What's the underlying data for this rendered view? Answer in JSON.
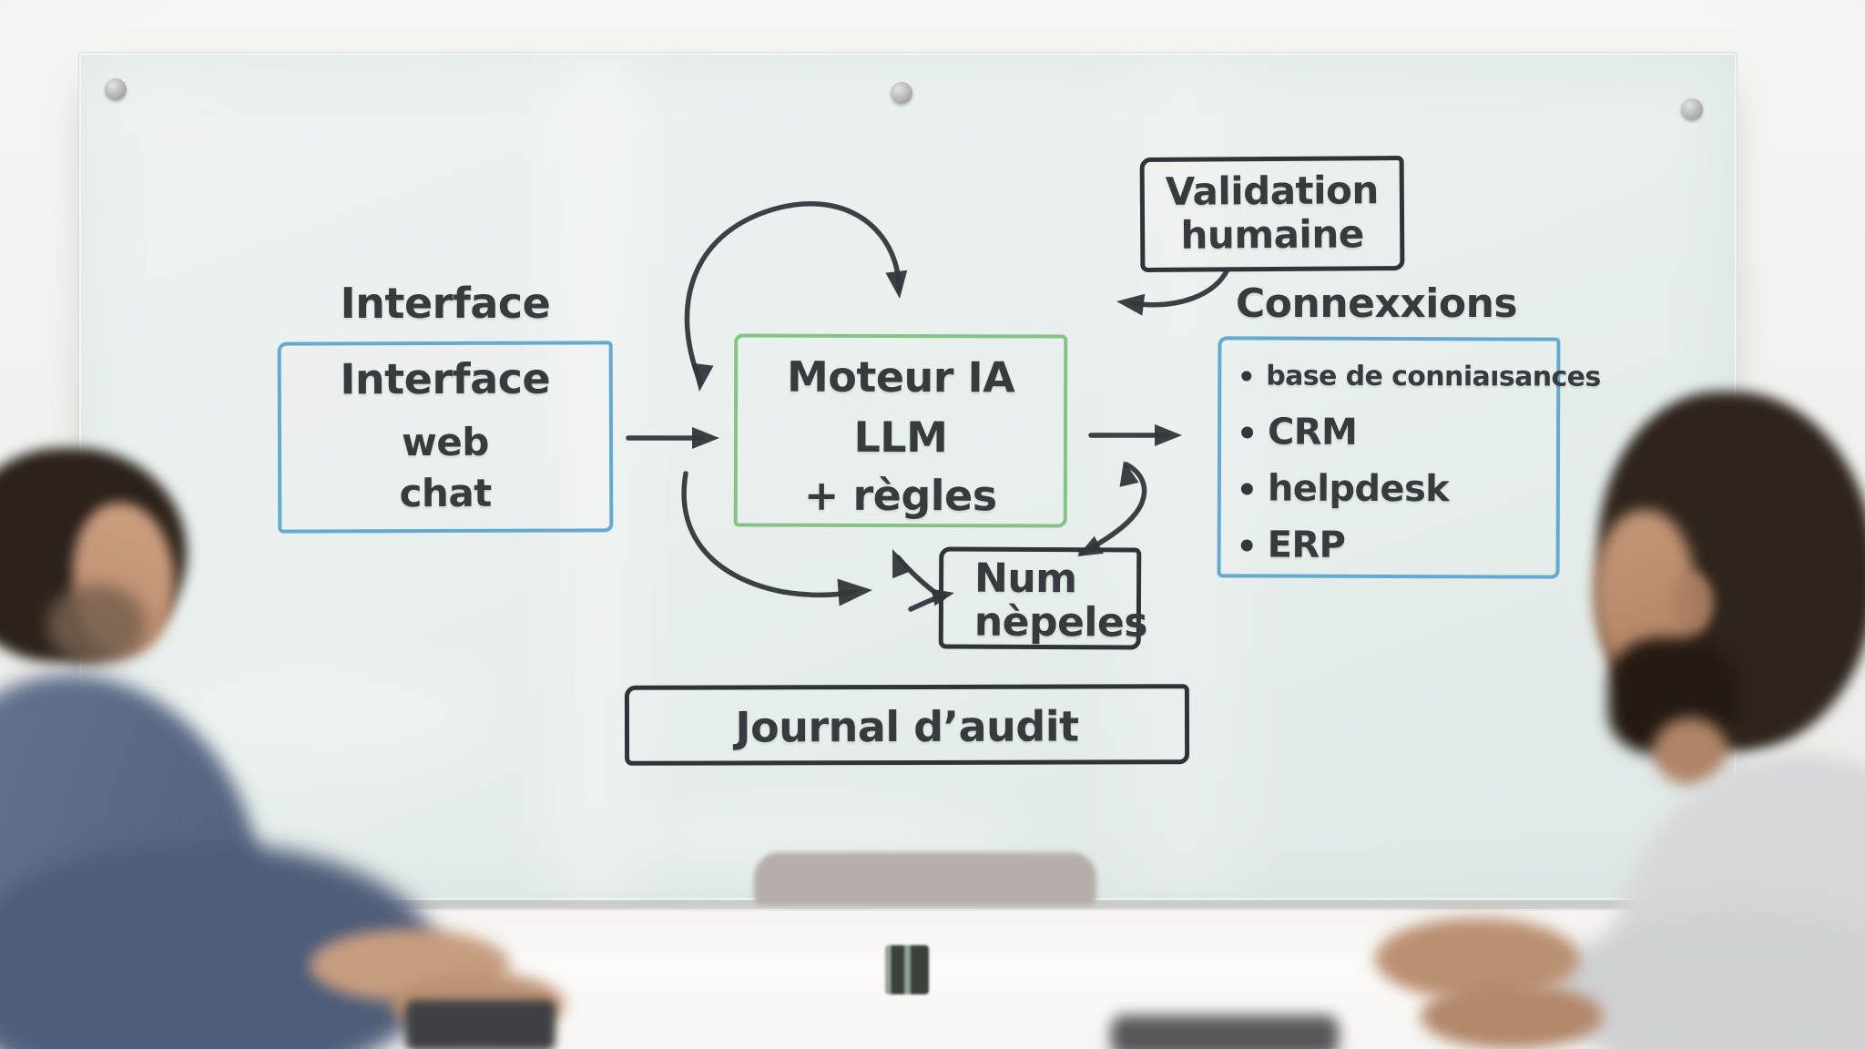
{
  "scene": {
    "description": "Meeting room photo: two people at a white table looking at a glass whiteboard with a hand-drawn AI workflow diagram in French",
    "marker_colors": {
      "blue": "#63aace",
      "green": "#83c383",
      "black": "#33363a"
    },
    "left_person_shirt": "#5c6c88",
    "right_person_shirt": "#d7d7d9"
  },
  "diagram": {
    "interface_label": "Interface",
    "interface_box": {
      "title": "Interface",
      "lines": [
        "web",
        "chat"
      ]
    },
    "engine_box": {
      "lines": [
        "Moteur IA",
        "LLM",
        "+ règles"
      ]
    },
    "validation_box": {
      "lines": [
        "Validation",
        "humaine"
      ]
    },
    "connections_label": "Connexxions",
    "connections_box": {
      "items": [
        "base de conniaısances",
        "CRM",
        "helpdesk",
        "ERP"
      ]
    },
    "num_box": {
      "lines": [
        "Num",
        "nèpeles"
      ]
    },
    "audit_box": {
      "label": "Journal d’audit"
    }
  }
}
